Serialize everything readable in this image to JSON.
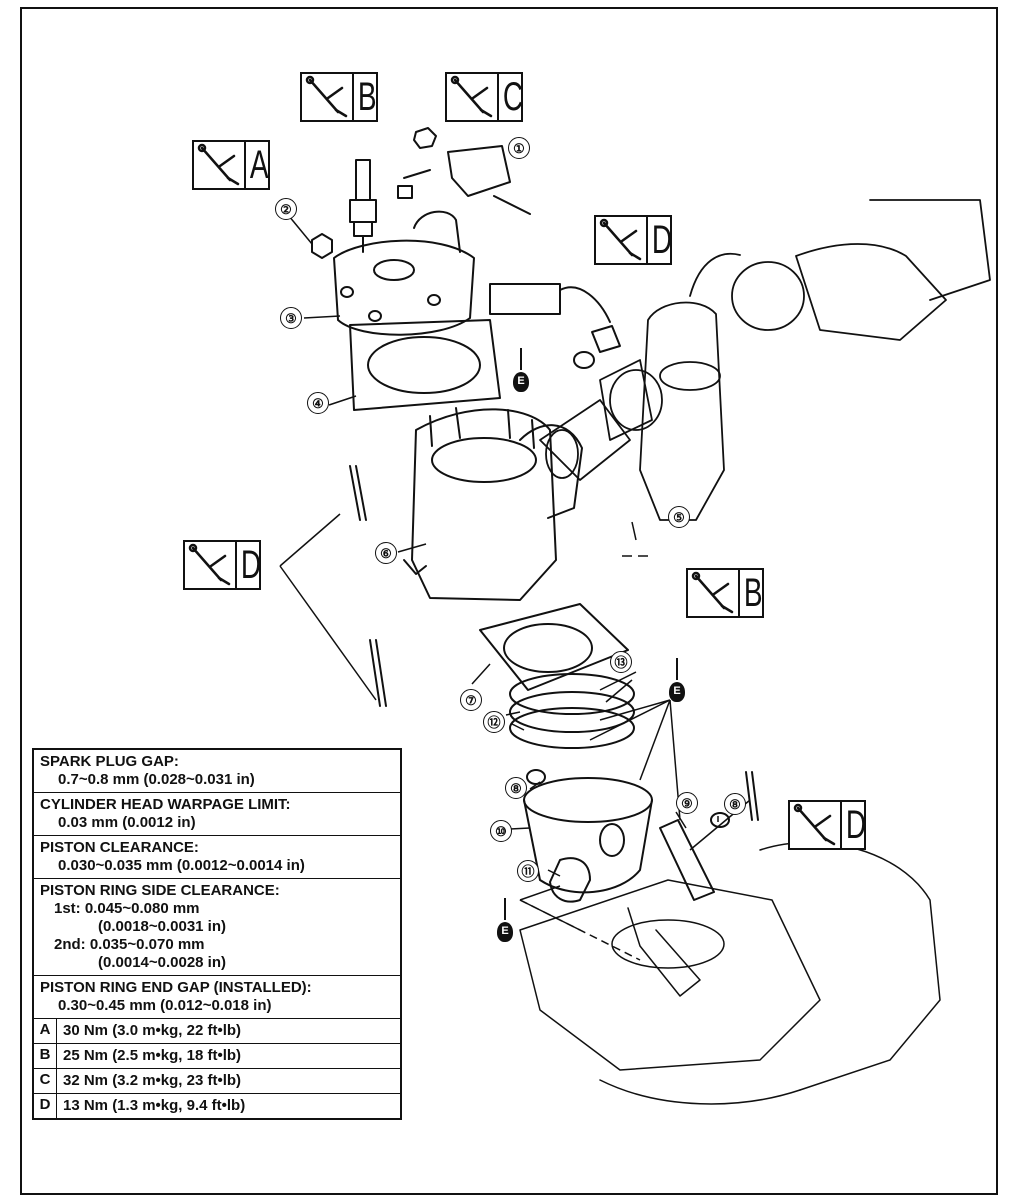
{
  "callouts": [
    "①",
    "②",
    "③",
    "④",
    "⑤",
    "⑥",
    "⑦",
    "⑧",
    "⑨",
    "⑩",
    "⑪",
    "⑫",
    "⑬"
  ],
  "tools": {
    "A": "A",
    "B": "B",
    "C": "C",
    "D": "D"
  },
  "lube": "E",
  "specs": {
    "spark_plug_gap": {
      "label": "SPARK PLUG GAP:",
      "value": "0.7~0.8 mm (0.028~0.031 in)"
    },
    "head_warpage": {
      "label": "CYLINDER HEAD WARPAGE LIMIT:",
      "value": "0.03 mm (0.0012 in)"
    },
    "piston_clearance": {
      "label": "PISTON CLEARANCE:",
      "value": "0.030~0.035 mm (0.0012~0.0014 in)"
    },
    "ring_side": {
      "label": "PISTON RING SIDE CLEARANCE:",
      "first_a": "1st: 0.045~0.080 mm",
      "first_b": "(0.0018~0.0031 in)",
      "second_a": "2nd: 0.035~0.070 mm",
      "second_b": "(0.0014~0.0028 in)"
    },
    "ring_end": {
      "label": "PISTON RING END GAP (INSTALLED):",
      "value": "0.30~0.45 mm (0.012~0.018 in)"
    },
    "torques": [
      {
        "key": "A",
        "value": "30 Nm (3.0 m•kg, 22 ft•lb)"
      },
      {
        "key": "B",
        "value": "25 Nm (2.5 m•kg, 18 ft•lb)"
      },
      {
        "key": "C",
        "value": "32 Nm (3.2 m•kg, 23 ft•lb)"
      },
      {
        "key": "D",
        "value": "13 Nm (1.3 m•kg, 9.4 ft•lb)"
      }
    ]
  }
}
